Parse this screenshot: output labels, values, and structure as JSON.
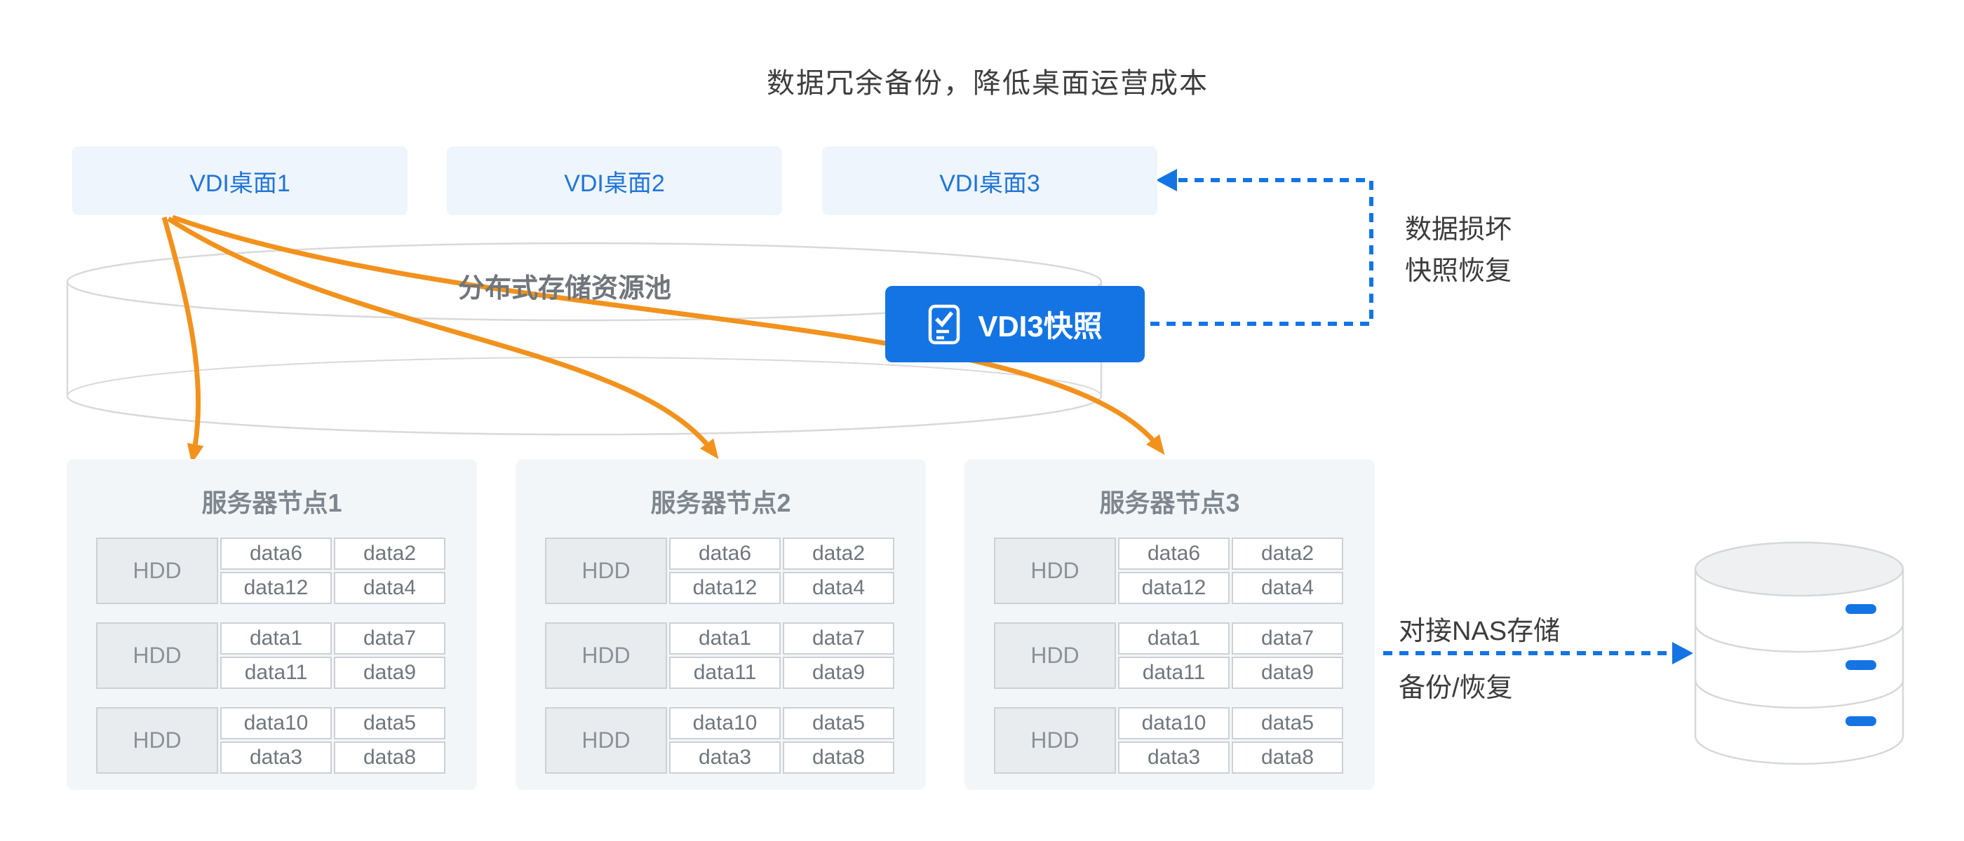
{
  "page_title": "数据冗余备份，降低桌面运营成本",
  "vdi_desktops": [
    {
      "label": "VDI桌面1"
    },
    {
      "label": "VDI桌面2"
    },
    {
      "label": "VDI桌面3"
    }
  ],
  "storage_pool": {
    "label": "分布式存储资源池"
  },
  "snapshot_button": {
    "label": "VDI3快照",
    "icon": "checklist-icon"
  },
  "snapshot_note": {
    "line1": "数据损坏",
    "line2": "快照恢复"
  },
  "nas_link": {
    "line1": "对接NAS存储",
    "line2": "备份/恢复",
    "icon": "nas-storage-icon"
  },
  "server_nodes": [
    {
      "title": "服务器节点1",
      "disks": [
        {
          "label": "HDD",
          "data": [
            [
              "data6",
              "data2"
            ],
            [
              "data12",
              "data4"
            ]
          ]
        },
        {
          "label": "HDD",
          "data": [
            [
              "data1",
              "data7"
            ],
            [
              "data11",
              "data9"
            ]
          ]
        },
        {
          "label": "HDD",
          "data": [
            [
              "data10",
              "data5"
            ],
            [
              "data3",
              "data8"
            ]
          ]
        }
      ]
    },
    {
      "title": "服务器节点2",
      "disks": [
        {
          "label": "HDD",
          "data": [
            [
              "data6",
              "data2"
            ],
            [
              "data12",
              "data4"
            ]
          ]
        },
        {
          "label": "HDD",
          "data": [
            [
              "data1",
              "data7"
            ],
            [
              "data11",
              "data9"
            ]
          ]
        },
        {
          "label": "HDD",
          "data": [
            [
              "data10",
              "data5"
            ],
            [
              "data3",
              "data8"
            ]
          ]
        }
      ]
    },
    {
      "title": "服务器节点3",
      "disks": [
        {
          "label": "HDD",
          "data": [
            [
              "data6",
              "data2"
            ],
            [
              "data12",
              "data4"
            ]
          ]
        },
        {
          "label": "HDD",
          "data": [
            [
              "data1",
              "data7"
            ],
            [
              "data11",
              "data9"
            ]
          ]
        },
        {
          "label": "HDD",
          "data": [
            [
              "data10",
              "data5"
            ],
            [
              "data3",
              "data8"
            ]
          ]
        }
      ]
    }
  ],
  "colors": {
    "accent_blue": "#1474e4",
    "arrow_orange": "#f2921d",
    "vdi_text_blue": "#2175d9",
    "vdi_box_bg": "#eef5fc",
    "node_bg": "#f3f6f9",
    "cylinder_stroke": "#d9d9d9",
    "cell_border": "#cdd1d5",
    "hdd_cell_bg": "#e9ecee"
  }
}
